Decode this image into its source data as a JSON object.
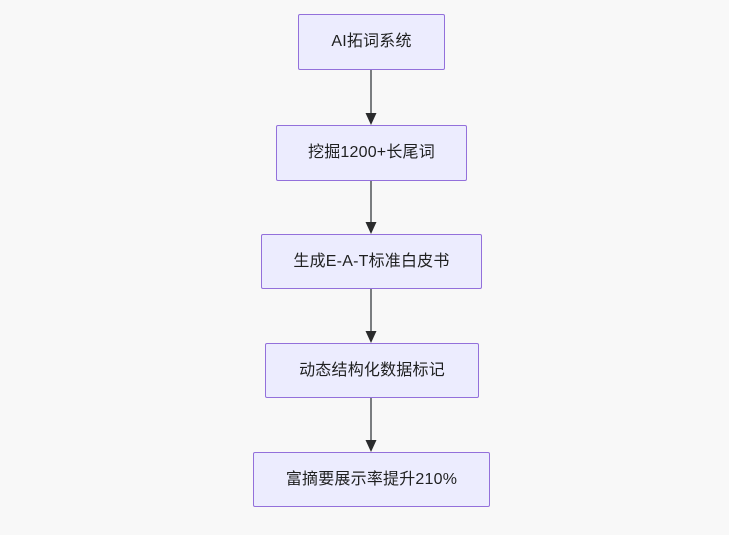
{
  "diagram": {
    "title": "AI SEO content pipeline flowchart",
    "direction": "top-to-bottom",
    "background_color": "#f8f8f8",
    "node_fill_color": "#ececfe",
    "node_border_color": "#9370db",
    "node_text_color": "#1f2020",
    "edge_line_color": "#7a7d80",
    "edge_arrow_color": "#2a2b2d",
    "nodes": [
      {
        "id": "node-1",
        "label": "AI拓词系统"
      },
      {
        "id": "node-2",
        "label": "挖掘1200+长尾词"
      },
      {
        "id": "node-3",
        "label": "生成E-A-T标准白皮书"
      },
      {
        "id": "node-4",
        "label": "动态结构化数据标记"
      },
      {
        "id": "node-5",
        "label": "富摘要展示率提升210%"
      }
    ],
    "edges": [
      {
        "id": "edge-1",
        "from": "node-1",
        "to": "node-2",
        "label": ""
      },
      {
        "id": "edge-2",
        "from": "node-2",
        "to": "node-3",
        "label": ""
      },
      {
        "id": "edge-3",
        "from": "node-3",
        "to": "node-4",
        "label": ""
      },
      {
        "id": "edge-4",
        "from": "node-4",
        "to": "node-5",
        "label": ""
      }
    ]
  }
}
